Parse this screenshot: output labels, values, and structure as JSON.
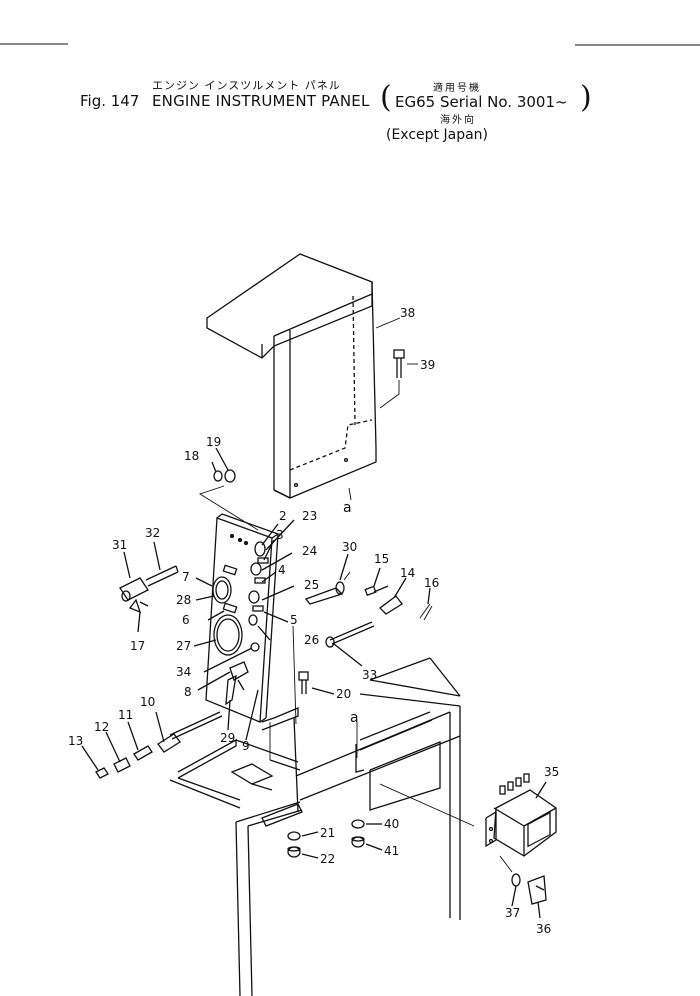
{
  "header": {
    "jp_title": "エンジン インスツルメント パネル",
    "fig_label": "Fig. 147",
    "title": "ENGINE INSTRUMENT PANEL",
    "jp_applicable": "適用号機",
    "model_serial": "EG65 Serial No. 3001~",
    "jp_overseas": "海外向",
    "except_note": "(Except Japan)"
  },
  "callouts": {
    "c2": "2",
    "c3": "3",
    "c4": "4",
    "c5": "5",
    "c6": "6",
    "c7": "7",
    "c8": "8",
    "c9": "9",
    "c10": "10",
    "c11": "11",
    "c12": "12",
    "c13": "13",
    "c14": "14",
    "c15": "15",
    "c16": "16",
    "c17": "17",
    "c18": "18",
    "c19": "19",
    "c20": "20",
    "c21": "21",
    "c22": "22",
    "c23": "23",
    "c24": "24",
    "c25": "25",
    "c26": "26",
    "c27": "27",
    "c28": "28",
    "c29": "29",
    "c30": "30",
    "c31": "31",
    "c32": "32",
    "c33": "33",
    "c34": "34",
    "c35": "35",
    "c36": "36",
    "c37": "37",
    "c38": "38",
    "c39": "39",
    "c40": "40",
    "c41": "41",
    "ref_a_top": "a",
    "ref_a_bottom": "a"
  }
}
